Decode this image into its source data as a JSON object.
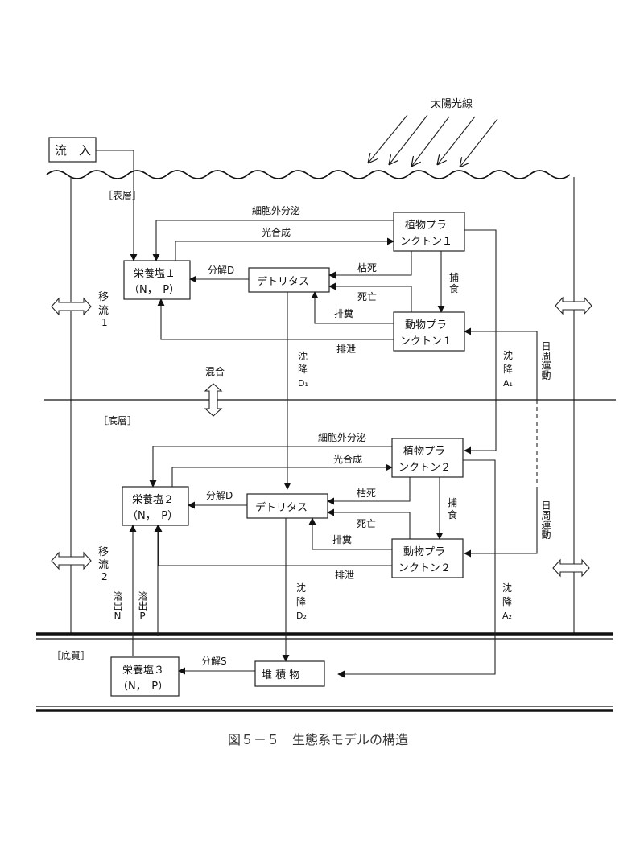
{
  "caption": "図５－５　生態系モデルの構造",
  "labels": {
    "sunlight": "太陽光線",
    "inflow": "流　入",
    "surface_layer": "［表層］",
    "bottom_layer": "［底層］",
    "sediment_layer": "［底質］",
    "mixing": "混合",
    "advection1_a": "移",
    "advection1_b": "流",
    "advection1_c": "1",
    "advection2_a": "移",
    "advection2_b": "流",
    "advection2_c": "2",
    "diel1": "日周運動",
    "diel2": "日周運動",
    "settle_d1_a": "沈",
    "settle_d1_b": "降",
    "settle_d1_c": "D₁",
    "settle_a1_a": "沈",
    "settle_a1_b": "降",
    "settle_a1_c": "A₁",
    "settle_d2_a": "沈",
    "settle_d2_b": "降",
    "settle_d2_c": "D₂",
    "settle_a2_a": "沈",
    "settle_a2_b": "降",
    "settle_a2_c": "A₂",
    "elution_n": "溶出N",
    "elution_p": "溶出P"
  },
  "surface": {
    "nutrient_line1": "栄養塩１",
    "nutrient_line2": "（N，　P）",
    "detritus": "デトリタス",
    "phyto_line1": "植物プラ",
    "phyto_line2": "ンクトン１",
    "zoo_line1": "動物プラ",
    "zoo_line2": "ンクトン１",
    "flows": {
      "exudation": "細胞外分泌",
      "photosynthesis": "光合成",
      "decomposition": "分解D",
      "withering": "枯死",
      "death": "死亡",
      "grazing_a": "捕",
      "grazing_b": "食",
      "egestion": "排糞",
      "excretion": "排泄"
    }
  },
  "bottom": {
    "nutrient_line1": "栄養塩２",
    "nutrient_line2": "（N，　P）",
    "detritus": "デトリタス",
    "phyto_line1": "植物プラ",
    "phyto_line2": "ンクトン２",
    "zoo_line1": "動物プラ",
    "zoo_line2": "ンクトン２",
    "flows": {
      "exudation": "細胞外分泌",
      "photosynthesis": "光合成",
      "decomposition": "分解D",
      "withering": "枯死",
      "death": "死亡",
      "grazing_a": "捕",
      "grazing_b": "食",
      "egestion": "排糞",
      "excretion": "排泄"
    }
  },
  "sediment": {
    "nutrient_line1": "栄養塩３",
    "nutrient_line2": "（N，　P）",
    "deposit": "堆 積 物",
    "decomposition": "分解S"
  }
}
